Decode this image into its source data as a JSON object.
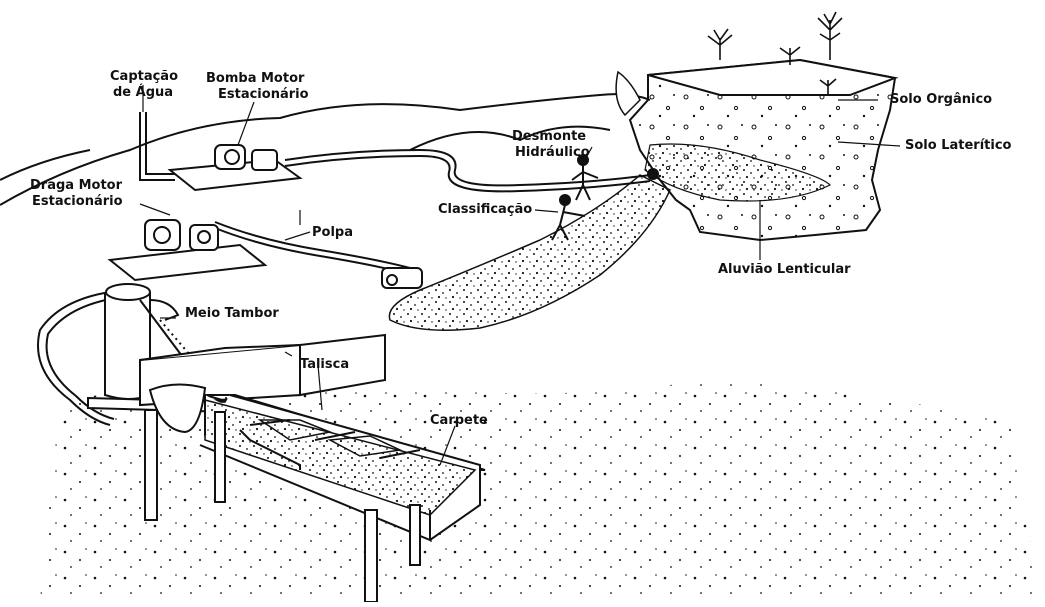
{
  "labels": {
    "captacao_l1": "Captação",
    "captacao_l2": "de Água",
    "bomba_l1": "Bomba Motor",
    "bomba_l2": "Estacionário",
    "draga_l1": "Draga Motor",
    "draga_l2": "Estacionário",
    "polpa": "Polpa",
    "meio_tambor": "Meio Tambor",
    "talisca": "Talisca",
    "carpete": "Carpete",
    "desmonte_l1": "Desmonte",
    "desmonte_l2": "Hidráulico",
    "classificacao": "Classificação",
    "aluviao": "Aluvião Lenticular",
    "solo_organico": "Solo Orgânico",
    "solo_lateritico": "Solo Laterítico"
  },
  "colors": {
    "ink": "#111111",
    "paper": "#ffffff"
  }
}
